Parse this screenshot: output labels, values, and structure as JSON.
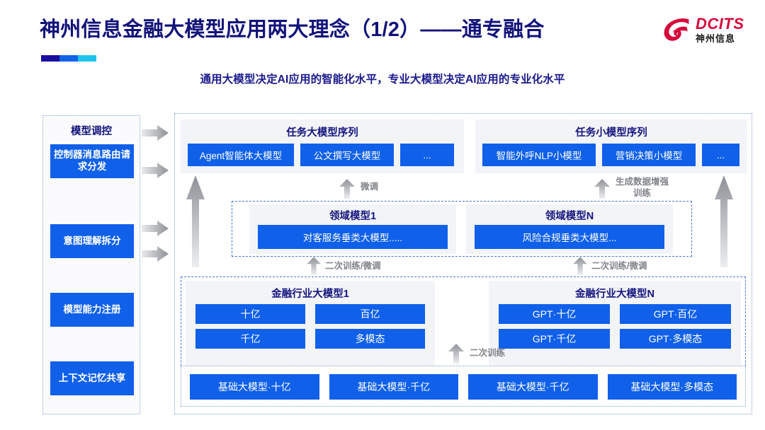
{
  "header": {
    "title": "神州信息金融大模型应用两大理念（1/2）——通专融合",
    "subtitle": "通用大模型决定AI应用的智能化水平，专业大模型决定AI应用的专业化水平",
    "logo_en": "DCITS",
    "logo_cn": "神州信息",
    "accent_colors": [
      "#180d9e",
      "#1262e8",
      "#1fc3ee"
    ],
    "title_color": "#12127a",
    "subtitle_color": "#1a1a8c",
    "logo_color": "#d6083b"
  },
  "control_column": {
    "title": "模型调控",
    "items": [
      {
        "label": "控制器消息路由请求分发"
      },
      {
        "label": "意图理解拆分"
      },
      {
        "label": "模型能力注册"
      },
      {
        "label": "上下文记忆共享"
      }
    ]
  },
  "task_large": {
    "title": "任务大模型序列",
    "chips": [
      "Agent智能体大模型",
      "公文撰写大模型",
      "..."
    ]
  },
  "task_small": {
    "title": "任务小模型序列",
    "chips": [
      "智能外呼NLP小模型",
      "营销决策小模型",
      "..."
    ]
  },
  "domain_models": [
    {
      "title": "领域模型1",
      "chip": "对客服务垂类大模型....."
    },
    {
      "title": "领域模型N",
      "chip": "风险合规垂类大模型..."
    }
  ],
  "finance_models": [
    {
      "title": "金融行业大模型1",
      "chips": [
        "十亿",
        "百亿",
        "千亿",
        "多模态"
      ]
    },
    {
      "title": "金融行业大模型N",
      "chips": [
        "GPT·十亿",
        "GPT·百亿",
        "GPT·千亿",
        "GPT·多模态"
      ]
    }
  ],
  "base_models": {
    "chips": [
      "基础大模型·十亿",
      "基础大模型·千亿",
      "基础大模型·千亿",
      "基础大模型·多模态"
    ]
  },
  "flow_labels": {
    "fine_tune": "微调",
    "data_augment": "生成数据增强\n训练",
    "retrain_finetune_left": "二次训练/微调",
    "retrain_finetune_right": "二次训练/微调",
    "retrain": "二次训练"
  },
  "palette": {
    "chip_blue": "#1060ea",
    "panel_gray": "#f2f4f8",
    "dash_blue": "#4a74d8",
    "arrow_gray": "#9a9da3"
  }
}
